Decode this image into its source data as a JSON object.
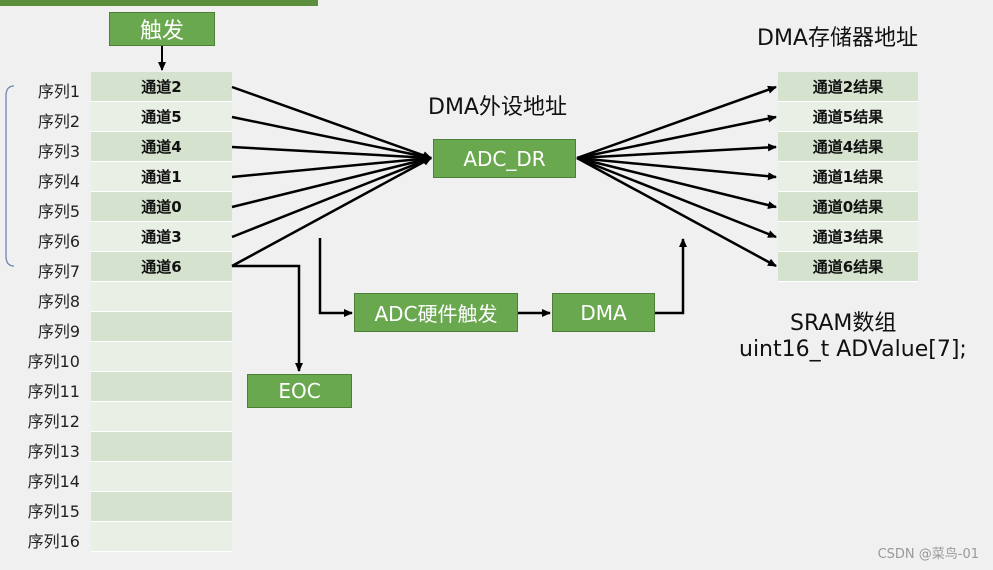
{
  "trigger": "触发",
  "sequence_labels": [
    "序列1",
    "序列2",
    "序列3",
    "序列4",
    "序列5",
    "序列6",
    "序列7",
    "序列8",
    "序列9",
    "序列10",
    "序列11",
    "序列12",
    "序列13",
    "序列14",
    "序列15",
    "序列16"
  ],
  "channels": [
    "通道2",
    "通道5",
    "通道4",
    "通道1",
    "通道0",
    "通道3",
    "通道6"
  ],
  "peripheral_title": "DMA外设地址",
  "adc_dr": "ADC_DR",
  "memory_title": "DMA存储器地址",
  "results": [
    "通道2结果",
    "通道5结果",
    "通道4结果",
    "通道1结果",
    "通道0结果",
    "通道3结果",
    "通道6结果"
  ],
  "adc_hw_trigger": "ADC硬件触发",
  "dma": "DMA",
  "eoc": "EOC",
  "sram_title": "SRAM数组",
  "sram_decl": "uint16_t ADValue[7];",
  "watermark": "CSDN @菜鸟-01"
}
